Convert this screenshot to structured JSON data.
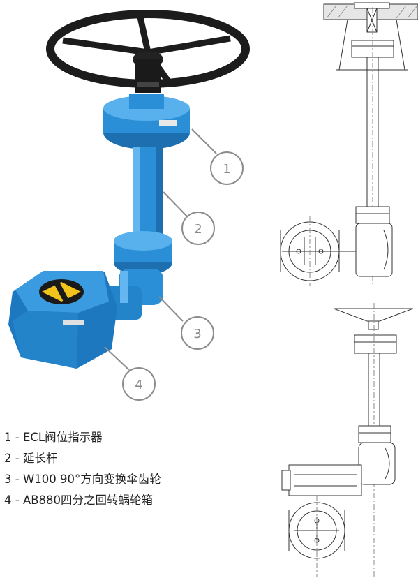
{
  "callouts": [
    "1",
    "2",
    "3",
    "4"
  ],
  "legend": [
    "1 - ECL阀位指示器",
    "2 - 延长杆",
    "3 - W100 90°方向变换伞齿轮",
    "4 - AB880四分之回转蜗轮箱"
  ],
  "colors": {
    "valve_blue": "#2a8fd6",
    "handwheel": "#1c1c1c",
    "callout_gray": "#8c8c8c",
    "indicator_yellow": "#f2c31a"
  }
}
